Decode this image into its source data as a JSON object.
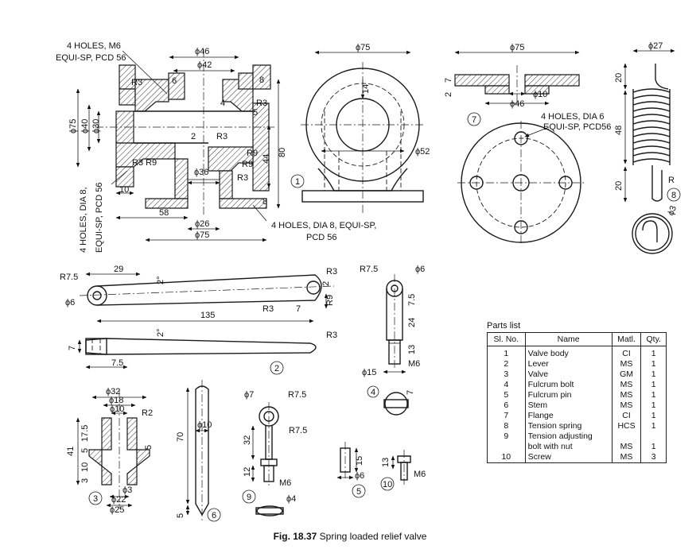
{
  "figure": {
    "caption_number": "Fig. 18.37",
    "caption_text": "Spring loaded relief valve"
  },
  "parts_list": {
    "title": "Parts list",
    "headers": [
      "Sl. No.",
      "Name",
      "Matl.",
      "Qty."
    ],
    "rows": [
      {
        "no": "1",
        "name": "Valve body",
        "matl": "CI",
        "qty": "1"
      },
      {
        "no": "2",
        "name": "Lever",
        "matl": "MS",
        "qty": "1"
      },
      {
        "no": "3",
        "name": "Valve",
        "matl": "GM",
        "qty": "1"
      },
      {
        "no": "4",
        "name": "Fulcrum bolt",
        "matl": "MS",
        "qty": "1"
      },
      {
        "no": "5",
        "name": "Fulcrum pin",
        "matl": "MS",
        "qty": "1"
      },
      {
        "no": "6",
        "name": "Stem",
        "matl": "MS",
        "qty": "1"
      },
      {
        "no": "7",
        "name": "Flange",
        "matl": "CI",
        "qty": "1"
      },
      {
        "no": "8",
        "name": "Tension spring",
        "matl": "HCS",
        "qty": "1"
      },
      {
        "no": "9",
        "name": "Tension adjusting",
        "matl": "",
        "qty": ""
      },
      {
        "no": "",
        "name": "bolt with nut",
        "matl": "MS",
        "qty": "1"
      },
      {
        "no": "10",
        "name": "Screw",
        "matl": "MS",
        "qty": "3"
      }
    ]
  },
  "valve_body": {
    "part_number": "1",
    "note_top": [
      "4 HOLES, M6",
      "EQUI-SP, PCD 56"
    ],
    "note_side": [
      "4 HOLES, DIA 8,",
      "EQUI-SP, PCD 56"
    ],
    "note_bottom": [
      "4 HOLES, DIA 8, EQUI-SP,",
      "PCD 56"
    ],
    "dims": {
      "d46": "ϕ46",
      "d42": "ϕ42",
      "d75_left": "ϕ75",
      "d40": "ϕ40",
      "d30": "ϕ30",
      "d36": "ϕ36",
      "d26": "ϕ26",
      "d75_bottom": "ϕ75",
      "d58": "58",
      "d10": "10",
      "d2": "2",
      "d4": "4",
      "d6": "6",
      "d8_top": "8",
      "d5": "5",
      "d44": "44",
      "d80": "80",
      "d8_base": "8",
      "d75_side": "ϕ75",
      "d52": "ϕ52",
      "d14": "14",
      "r3_a": "R3",
      "r3_b": "R3",
      "r3_c": "R3",
      "r3_d": "R3",
      "r9_a": "R9",
      "r3r9": "R3  R9",
      "r9_b": "R9"
    }
  },
  "lever": {
    "part_number": "2",
    "dims": {
      "r75": "R7.5",
      "l29": "29",
      "ang_a": "2°",
      "d6": "ϕ6",
      "l135": "135",
      "r3_a": "R3",
      "r3_b": "R3",
      "l2": "2",
      "l7a": "7",
      "r9": "R9",
      "ang_b": "2°",
      "l7b": "7",
      "l75": "7.5",
      "r3_c": "R3"
    }
  },
  "valve": {
    "part_number": "3",
    "dims": {
      "d32": "ϕ32",
      "d18": "ϕ18",
      "d10": "ϕ10",
      "r2": "R2",
      "l41": "41",
      "l175": "17.5",
      "l5a": "5",
      "l10": "10",
      "l3": "3",
      "l5b": "5",
      "d22": "ϕ22",
      "d3": "ϕ3",
      "d25": "ϕ25"
    }
  },
  "fulcrum_bolt": {
    "part_number": "4",
    "dims": {
      "r75": "R7.5",
      "d6": "ϕ6",
      "l75": "7.5",
      "l24": "24",
      "l13": "13",
      "m6": "M6",
      "d15": "ϕ15",
      "l7": "7"
    }
  },
  "fulcrum_pin": {
    "part_number": "5",
    "dims": {
      "l15": "15",
      "d6": "ϕ6"
    }
  },
  "stem": {
    "part_number": "6",
    "dims": {
      "l70": "70",
      "d10": "ϕ10",
      "l5": "5"
    }
  },
  "flange": {
    "part_number": "7",
    "note": [
      "4 HOLES, DIA 6",
      "EQUI-SP, PCD56"
    ],
    "dims": {
      "d75": "ϕ75",
      "l7": "7",
      "l2": "2",
      "d10": "ϕ10",
      "d46": "ϕ46"
    }
  },
  "tension_spring": {
    "part_number": "8",
    "dims": {
      "d27": "ϕ27",
      "l20a": "20",
      "l48": "48",
      "l20b": "20",
      "r": "R",
      "d3": "ϕ3"
    }
  },
  "adjusting_bolt": {
    "part_number": "9",
    "dims": {
      "d7": "ϕ7",
      "r75a": "R7.5",
      "r75b": "R7.5",
      "l32": "32",
      "l12": "12",
      "m6": "M6",
      "d4": "ϕ4"
    }
  },
  "screw": {
    "part_number": "10",
    "dims": {
      "l13": "13",
      "m6": "M6"
    }
  }
}
